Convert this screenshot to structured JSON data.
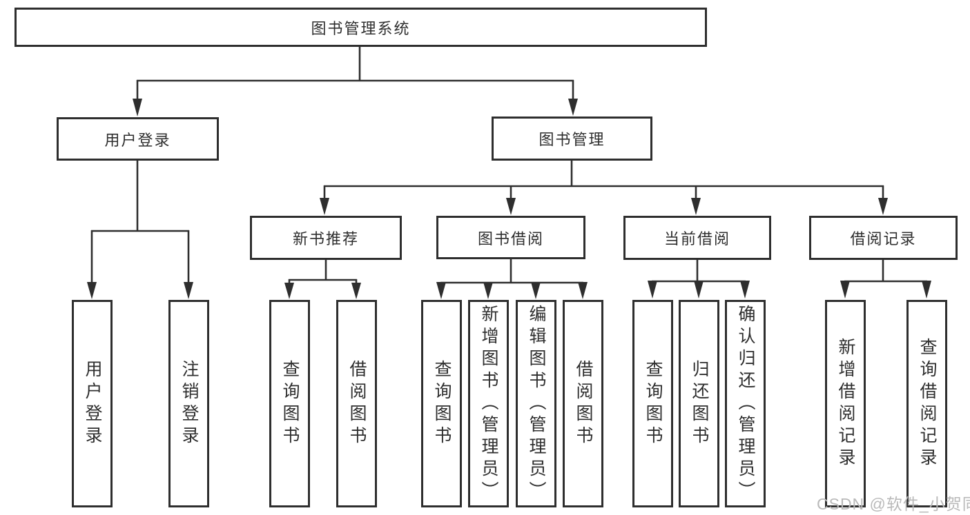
{
  "diagram": {
    "title": "图书管理系统",
    "root": {
      "label": "图书管理系统"
    },
    "branches": [
      {
        "label": "用户登录",
        "children": [
          {
            "label": "用户登录"
          },
          {
            "label": "注销登录"
          }
        ]
      },
      {
        "label": "图书管理",
        "children": [
          {
            "label": "新书推荐",
            "children": [
              {
                "label": "查询图书"
              },
              {
                "label": "借阅图书"
              }
            ]
          },
          {
            "label": "图书借阅",
            "children": [
              {
                "label": "查询图书"
              },
              {
                "label": "新增图书（管理员）"
              },
              {
                "label": "编辑图书（管理员）"
              },
              {
                "label": "借阅图书"
              }
            ]
          },
          {
            "label": "当前借阅",
            "children": [
              {
                "label": "查询图书"
              },
              {
                "label": "归还图书"
              },
              {
                "label": "确认归还（管理员）"
              }
            ]
          },
          {
            "label": "借阅记录",
            "children": [
              {
                "label": "新增借阅记录"
              },
              {
                "label": "查询借阅记录"
              }
            ]
          }
        ]
      }
    ]
  },
  "watermark": {
    "text": "CSDN @软件_小贺同学"
  },
  "colors": {
    "line": "#2e2e2e",
    "box_border": "#2e2e2e",
    "text": "#2e2e2e",
    "watermark": "#b9b9b9",
    "background": "#ffffff"
  }
}
